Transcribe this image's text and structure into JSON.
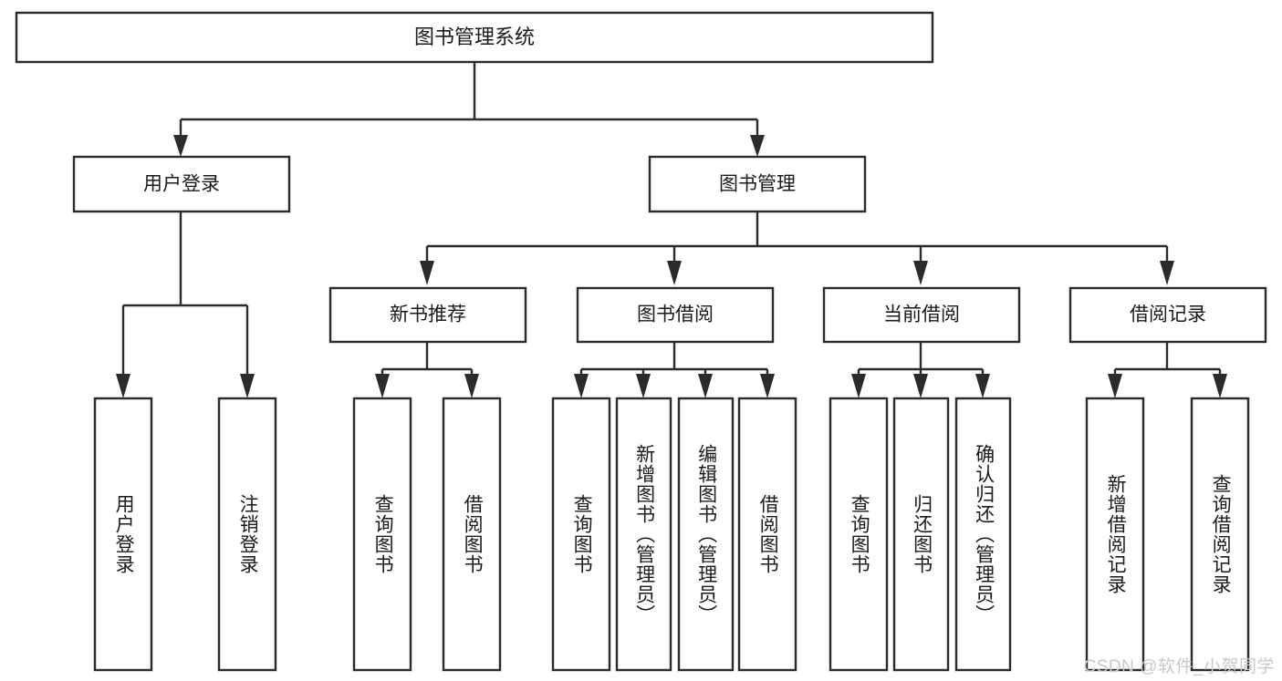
{
  "diagram": {
    "title": "图书管理系统",
    "type": "tree-hierarchy",
    "orientation": "top-down",
    "watermark": "CSDN @软件_小贺同学",
    "colors": {
      "stroke": "#2b2b2b",
      "fill": "#ffffff",
      "text": "#1a1a1a",
      "watermark": "#c9c9c9",
      "background": "#ffffff"
    }
  },
  "nodes": {
    "root": {
      "label": "图书管理系统"
    },
    "level2": [
      {
        "id": "user-login",
        "label": "用户登录"
      },
      {
        "id": "book-management",
        "label": "图书管理"
      }
    ],
    "level3": [
      {
        "id": "new-book-recommend",
        "label": "新书推荐"
      },
      {
        "id": "book-borrow",
        "label": "图书借阅"
      },
      {
        "id": "current-borrow",
        "label": "当前借阅"
      },
      {
        "id": "borrow-record",
        "label": "借阅记录"
      }
    ],
    "leaves": [
      {
        "id": "leaf-user-login",
        "label": "用户登录",
        "parent": "user-login"
      },
      {
        "id": "leaf-logout-login",
        "label": "注销登录",
        "parent": "user-login"
      },
      {
        "id": "leaf-query-book-1",
        "label": "查询图书",
        "parent": "new-book-recommend"
      },
      {
        "id": "leaf-borrow-book-1",
        "label": "借阅图书",
        "parent": "new-book-recommend"
      },
      {
        "id": "leaf-query-book-2",
        "label": "查询图书",
        "parent": "book-borrow"
      },
      {
        "id": "leaf-add-book",
        "label": "新增图书（管理员）",
        "parent": "book-borrow"
      },
      {
        "id": "leaf-edit-book",
        "label": "编辑图书（管理员）",
        "parent": "book-borrow"
      },
      {
        "id": "leaf-borrow-book-2",
        "label": "借阅图书",
        "parent": "book-borrow"
      },
      {
        "id": "leaf-query-book-3",
        "label": "查询图书",
        "parent": "current-borrow"
      },
      {
        "id": "leaf-return-book",
        "label": "归还图书",
        "parent": "current-borrow"
      },
      {
        "id": "leaf-confirm-return",
        "label": "确认归还（管理员）",
        "parent": "current-borrow"
      },
      {
        "id": "leaf-add-record",
        "label": "新增借阅记录",
        "parent": "borrow-record"
      },
      {
        "id": "leaf-query-record",
        "label": "查询借阅记录",
        "parent": "borrow-record"
      }
    ]
  }
}
